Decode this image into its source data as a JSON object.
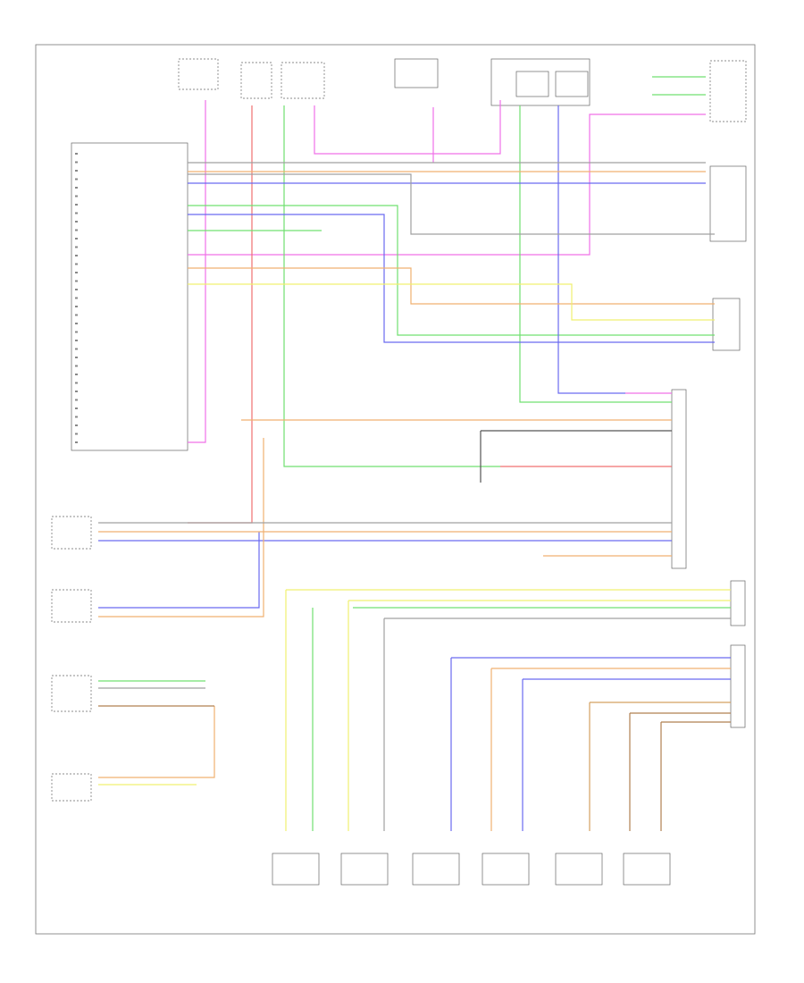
{
  "diagram": {
    "footer_label": "",
    "top_components": [
      {
        "id": "t1",
        "label": ""
      },
      {
        "id": "t2",
        "label": ""
      },
      {
        "id": "t3",
        "label": ""
      },
      {
        "id": "t4",
        "label": ""
      },
      {
        "id": "t5",
        "label": ""
      },
      {
        "id": "t6",
        "label": ""
      }
    ],
    "bottom_components": [
      {
        "id": "b1",
        "label": ""
      },
      {
        "id": "b2",
        "label": ""
      },
      {
        "id": "b3",
        "label": ""
      },
      {
        "id": "b4",
        "label": ""
      },
      {
        "id": "b5",
        "label": ""
      },
      {
        "id": "b6",
        "label": ""
      }
    ],
    "left_components": [
      {
        "id": "l1",
        "label": ""
      },
      {
        "id": "l2",
        "label": ""
      },
      {
        "id": "l3",
        "label": ""
      },
      {
        "id": "l4",
        "label": ""
      },
      {
        "id": "l5",
        "label": ""
      }
    ],
    "right_components": [
      {
        "id": "r1",
        "label": ""
      },
      {
        "id": "r2",
        "label": ""
      },
      {
        "id": "r3",
        "label": ""
      },
      {
        "id": "r4",
        "label": ""
      },
      {
        "id": "r5",
        "label": ""
      }
    ],
    "colors": {
      "pink": "#f070e8",
      "red": "#f07070",
      "green": "#70e070",
      "blue": "#6a6af0",
      "orange": "#f0b070",
      "yellow": "#f0f070",
      "gray": "#a0a0a0",
      "dark": "#555555",
      "tan": "#d4a060",
      "brown": "#b08050"
    }
  }
}
